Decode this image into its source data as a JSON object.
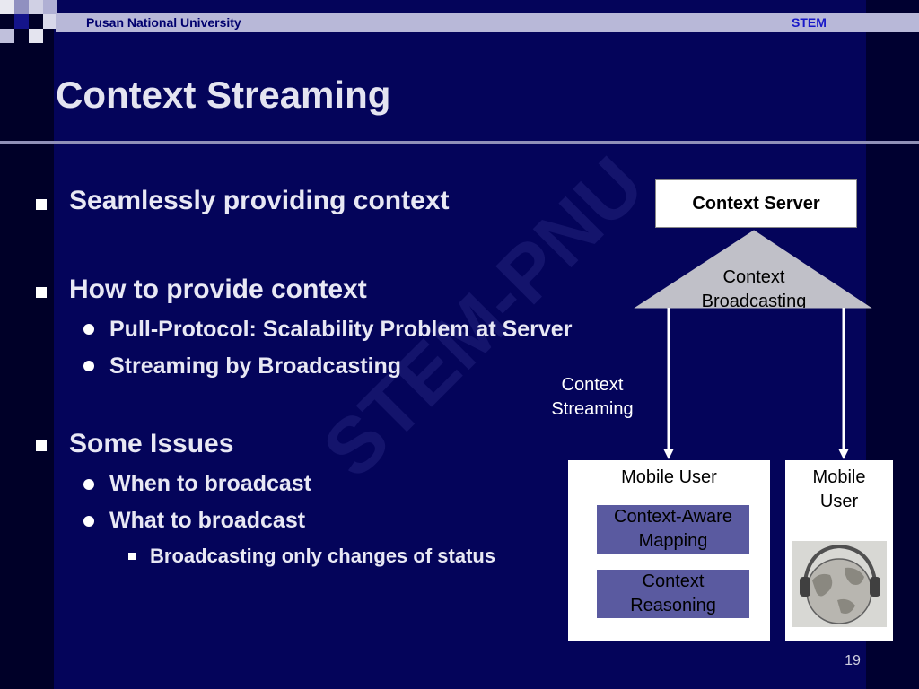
{
  "header": {
    "university": "Pusan National University",
    "brand": "STEM"
  },
  "title": "Context Streaming",
  "watermark": "STEM-PNU",
  "bullets": [
    {
      "text": "Seamlessly providing context"
    },
    {
      "text": "How to provide context"
    },
    {
      "text": "Pull-Protocol: Scalability Problem at Server"
    },
    {
      "text": "Streaming by Broadcasting"
    },
    {
      "text": "Some Issues"
    },
    {
      "text": "When to broadcast"
    },
    {
      "text": "What to broadcast"
    },
    {
      "text": "Broadcasting only changes of status"
    }
  ],
  "diagram": {
    "server": "Context Server",
    "broadcasting_line1": "Context",
    "broadcasting_line2": "Broadcasting",
    "streaming_line1": "Context",
    "streaming_line2": "Streaming",
    "mobile_user_1": "Mobile User",
    "mobile_user_2_line1": "Mobile",
    "mobile_user_2_line2": "User",
    "aware_line1": "Context-Aware",
    "aware_line2": "Mapping",
    "reasoning_line1": "Context",
    "reasoning_line2": "Reasoning"
  },
  "page_number": "19",
  "colors": {
    "background": "#04045a",
    "header_bar": "#b8b8d8",
    "box_fill": "#5a5aa0",
    "triangle": "#c0c0c8"
  }
}
